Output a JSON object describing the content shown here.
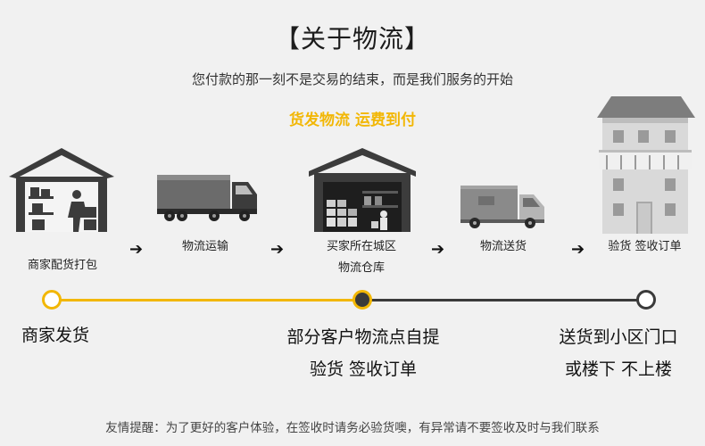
{
  "header": {
    "title": "【关于物流】",
    "subtitle": "您付款的那一刻不是交易的结束，而是我们服务的开始",
    "highlight": "货发物流 运费到付"
  },
  "steps": [
    {
      "label": "商家配货打包",
      "icon": "warehouse-packing-icon"
    },
    {
      "label": "物流运输",
      "icon": "truck-icon"
    },
    {
      "label_line1": "买家所在城区",
      "label_line2": "物流仓库",
      "icon": "warehouse-icon"
    },
    {
      "label": "物流送货",
      "icon": "delivery-van-icon"
    },
    {
      "label": "验货 签收订单",
      "icon": "apartment-building-icon"
    }
  ],
  "arrow_glyph": "➔",
  "timeline": {
    "stages": [
      {
        "line1": "商家发货"
      },
      {
        "line1": "部分客户物流点自提",
        "line2": "验货 签收订单"
      },
      {
        "line1": "送货到小区门口",
        "line2": "或楼下 不上楼"
      }
    ]
  },
  "tip": "友情提醒：为了更好的客户体验，在签收时请务必验货噢，有异常请不要签收及时与我们联系",
  "colors": {
    "accent": "#f2b705",
    "dark": "#3a3a3a",
    "gray": "#777777",
    "background": "#f1f1f1"
  }
}
